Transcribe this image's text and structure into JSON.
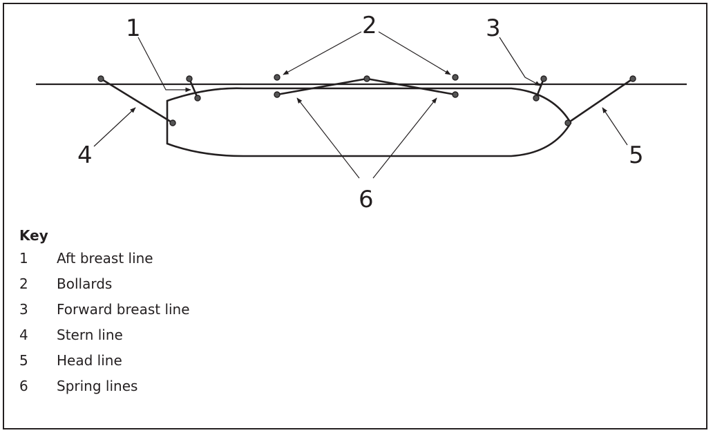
{
  "callouts": {
    "c1": "1",
    "c2": "2",
    "c3": "3",
    "c4": "4",
    "c5": "5",
    "c6": "6"
  },
  "key": {
    "title": "Key",
    "items": [
      {
        "num": "1",
        "text": "Aft breast line"
      },
      {
        "num": "2",
        "text": "Bollards"
      },
      {
        "num": "3",
        "text": "Forward breast line"
      },
      {
        "num": "4",
        "text": "Stern line"
      },
      {
        "num": "5",
        "text": "Head line"
      },
      {
        "num": "6",
        "text": "Spring lines"
      }
    ]
  }
}
